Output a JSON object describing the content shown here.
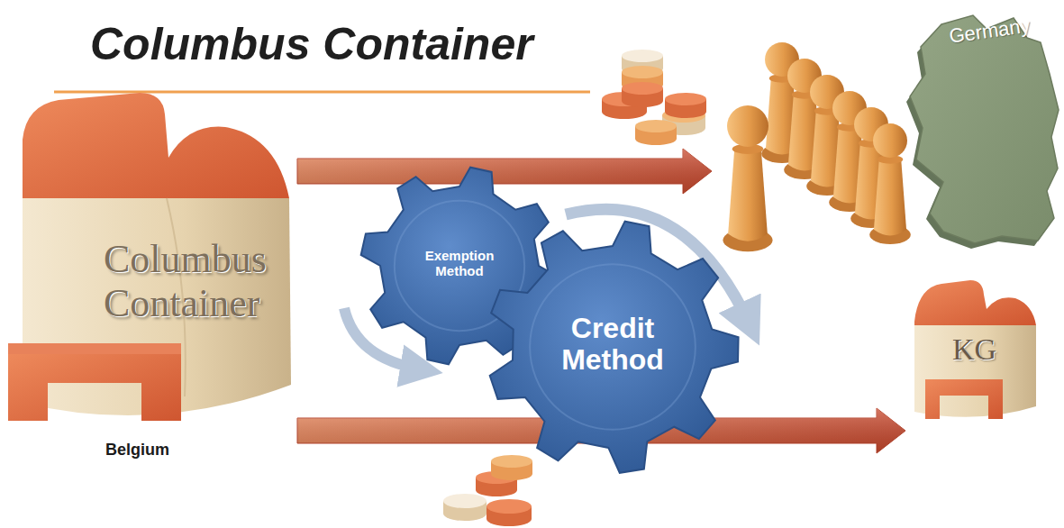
{
  "diagram": {
    "title": "Columbus Container",
    "nodes": [
      {
        "text": [
          "Columbus Container",
          "Belgium"
        ]
      },
      {
        "text": [
          "Germany"
        ]
      },
      {
        "text": [
          "Exemption Method"
        ]
      },
      {
        "text": [
          "Credit Method"
        ]
      },
      {
        "text": [
          "KG"
        ]
      }
    ],
    "edges": [
      {
        "from": 0,
        "to": 1,
        "arrow": "to"
      },
      {
        "from": 0,
        "to": 4,
        "arrow": "to"
      }
    ]
  }
}
